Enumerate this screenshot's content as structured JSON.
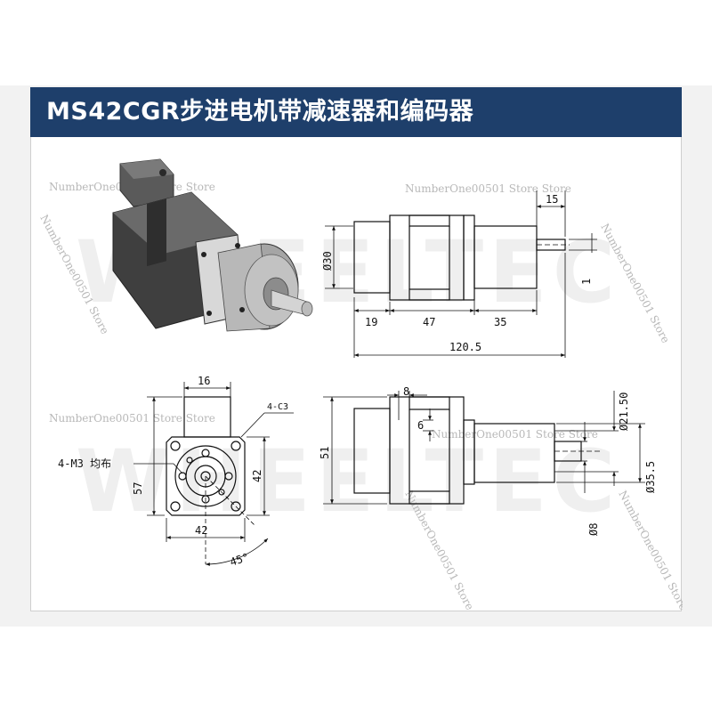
{
  "title": "MS42CGR步进电机带减速器和编码器",
  "watermarks": {
    "store": "NumberOne00501 Store",
    "store_alt": "NumberOne00501 Store Store",
    "brand": "WHEELTEC"
  },
  "side_view_dims": {
    "shaft_len": "15",
    "body_dia": "Ø30",
    "key_depth": "1",
    "seg_encoder": "19",
    "seg_motor": "47",
    "seg_gearbox": "35",
    "total": "120.5"
  },
  "front_view_dims": {
    "top_width": "16",
    "chamfer": "4-C3",
    "holes": "4-M3 均布",
    "height_total": "57",
    "flange_h": "42",
    "flange_w": "42",
    "angle": "45°"
  },
  "lower_side_dims": {
    "d8_top": "8",
    "d6": "6",
    "height_51": "51",
    "dia_21_5": "Ø21.50",
    "dia_35_5": "Ø35.5",
    "dia_8": "Ø8"
  },
  "colors": {
    "header_bg": "#1e3f6b",
    "line": "#111111",
    "photo_body": "#4a4a4a",
    "photo_gear": "#9a9a9a"
  }
}
